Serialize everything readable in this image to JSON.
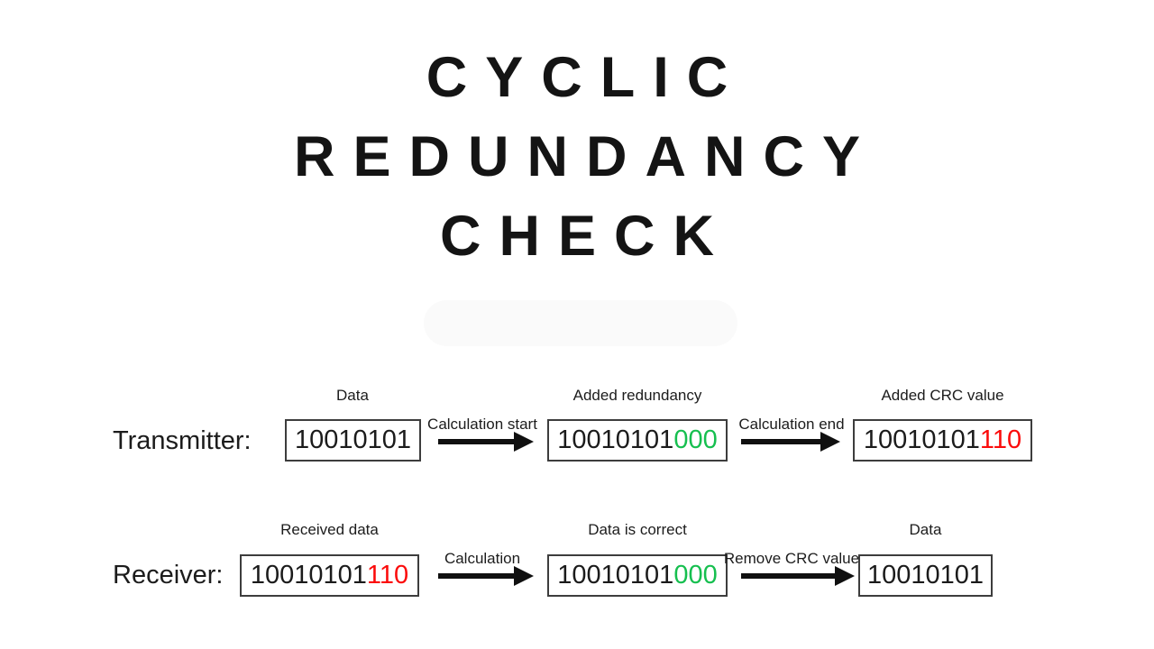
{
  "title": {
    "lines": [
      "CYCLIC",
      "REDUNDANCY",
      "CHECK"
    ]
  },
  "colors": {
    "green": "#16bf4f",
    "red": "#fb0b0b",
    "ink": "#1a1a1a",
    "box_border": "#3d3d3d"
  },
  "diagram": {
    "rows": [
      {
        "label": "Transmitter:",
        "boxes": [
          {
            "caption": "Data",
            "prefix": "10010101",
            "suffix": "",
            "suffix_color": ""
          },
          {
            "caption": "Added redundancy",
            "prefix": "10010101",
            "suffix": "000",
            "suffix_color": "green"
          },
          {
            "caption": "Added CRC value",
            "prefix": "10010101",
            "suffix": "110",
            "suffix_color": "red"
          }
        ],
        "arrows": [
          {
            "label": "Calculation start"
          },
          {
            "label": "Calculation end"
          }
        ]
      },
      {
        "label": "Receiver:",
        "boxes": [
          {
            "caption": "Received data",
            "prefix": "10010101",
            "suffix": "110",
            "suffix_color": "red"
          },
          {
            "caption": "Data is correct",
            "prefix": "10010101",
            "suffix": "000",
            "suffix_color": "green"
          },
          {
            "caption": "Data",
            "prefix": "10010101",
            "suffix": "",
            "suffix_color": ""
          }
        ],
        "arrows": [
          {
            "label": "Calculation"
          },
          {
            "label": "Remove CRC value"
          }
        ]
      }
    ]
  }
}
